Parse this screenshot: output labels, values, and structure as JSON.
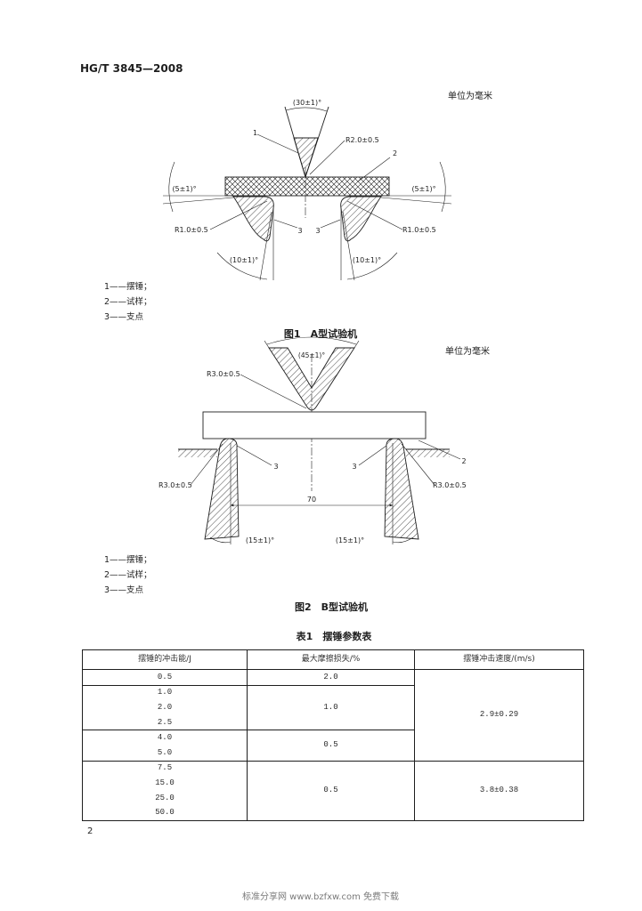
{
  "header": {
    "standard_number": "HG/T 3845—2008"
  },
  "figure1": {
    "unit_note": "单位为毫米",
    "labels": {
      "striker_angle": "(30±1)°",
      "callout_striker": "1",
      "striker_radius": "R2.0±0.5",
      "callout_specimen": "2",
      "left_support_angle": "(5±1)°",
      "right_support_angle": "(5±1)°",
      "left_support_radius": "R1.0±0.5",
      "right_support_radius": "R1.0±0.5",
      "callout_left_support": "3",
      "callout_right_support": "3",
      "left_lower_angle": "(10±1)°",
      "right_lower_angle": "(10±1)°"
    },
    "legend": [
      "1——摆锤；",
      "2——试样；",
      "3——支点"
    ],
    "caption": "图1　A型试验机"
  },
  "figure2": {
    "unit_note": "单位为毫米",
    "labels": {
      "striker_angle": "(45±1)°",
      "striker_radius": "R3.0±0.5",
      "callout_specimen": "2",
      "callout_left_support": "3",
      "callout_right_support": "3",
      "left_support_radius": "R3.0±0.5",
      "right_support_radius": "R3.0±0.5",
      "support_span": "70",
      "left_lower_angle": "(15±1)°",
      "right_lower_angle": "(15±1)°"
    },
    "legend": [
      "1——摆锤；",
      "2——试样；",
      "3——支点"
    ],
    "caption": "图2　B型试验机"
  },
  "table1": {
    "title": "表1　摆锤参数表",
    "columns": {
      "energy": "摆锤的冲击能/J",
      "friction_loss": "最大摩擦损失/%",
      "speed": "摆锤冲击速度/(m/s)"
    },
    "blocks": [
      {
        "speed": "2.9±0.29",
        "loss_groups": [
          {
            "loss": "2.0",
            "energies": [
              "0.5"
            ]
          },
          {
            "loss": "1.0",
            "energies": [
              "1.0",
              "2.0",
              "2.5"
            ]
          },
          {
            "loss": "0.5",
            "energies": [
              "4.0",
              "5.0"
            ]
          }
        ]
      },
      {
        "speed": "3.8±0.38",
        "loss_groups": [
          {
            "loss": "0.5",
            "energies": [
              "7.5",
              "15.0",
              "25.0",
              "50.0"
            ]
          }
        ]
      }
    ]
  },
  "page_number": "2",
  "footer_watermark": "标准分享网 www.bzfxw.com 免费下载"
}
